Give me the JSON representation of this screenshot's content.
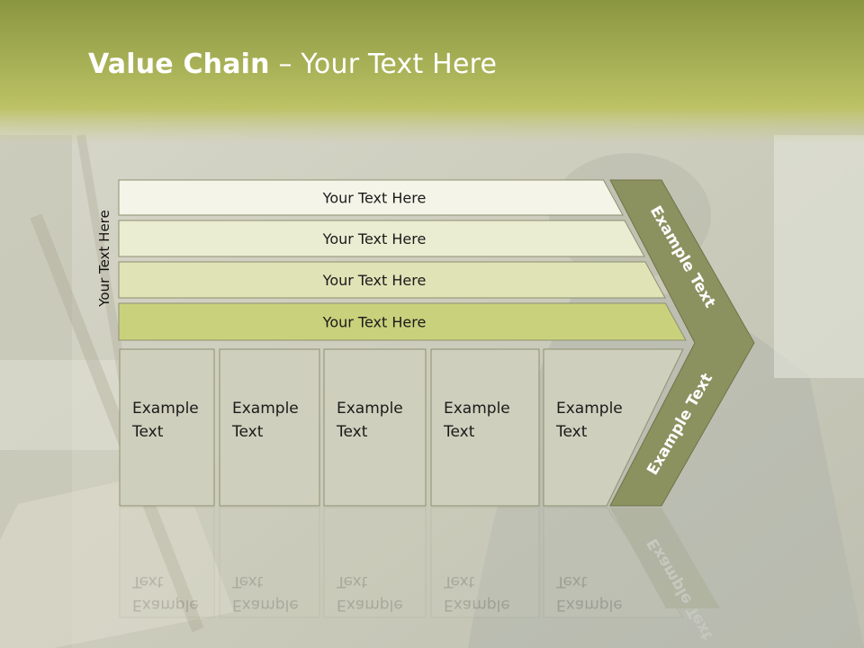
{
  "slide": {
    "title_bold": "Value Chain",
    "title_rest": " – Your Text Here",
    "side_label": "Your Text Here"
  },
  "support_rows": [
    {
      "label": "Your Text Here",
      "fill": "#f4f5e8"
    },
    {
      "label": "Your Text Here",
      "fill": "#ebedd2"
    },
    {
      "label": "Your Text Here",
      "fill": "#dfe3b6"
    },
    {
      "label": "Your Text Here",
      "fill": "#c9d17c"
    }
  ],
  "primary_columns": [
    {
      "line1": "Example",
      "line2": "Text"
    },
    {
      "line1": "Example",
      "line2": "Text"
    },
    {
      "line1": "Example",
      "line2": "Text"
    },
    {
      "line1": "Example",
      "line2": "Text"
    },
    {
      "line1": "Example",
      "line2": "Text"
    }
  ],
  "arrow": {
    "upper_label": "Example Text",
    "lower_label": "Example Text",
    "fill": "#8c9160"
  },
  "colors": {
    "header_top": "#8a9640",
    "header_bottom": "#bcc265",
    "column_fill": "#cfcfbd",
    "border": "#8e9070",
    "text": "#1a1a1a"
  }
}
